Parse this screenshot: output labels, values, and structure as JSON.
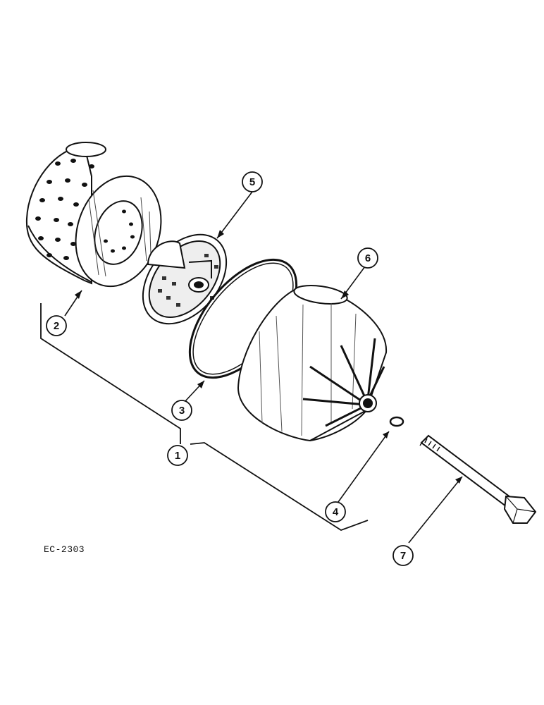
{
  "drawing_id": "EC-2303",
  "callouts": [
    {
      "number": "1",
      "part": "filter-assembly"
    },
    {
      "number": "2",
      "part": "filter-element"
    },
    {
      "number": "3",
      "part": "gasket"
    },
    {
      "number": "4",
      "part": "o-ring"
    },
    {
      "number": "5",
      "part": "cover"
    },
    {
      "number": "6",
      "part": "bowl"
    },
    {
      "number": "7",
      "part": "bolt"
    }
  ]
}
